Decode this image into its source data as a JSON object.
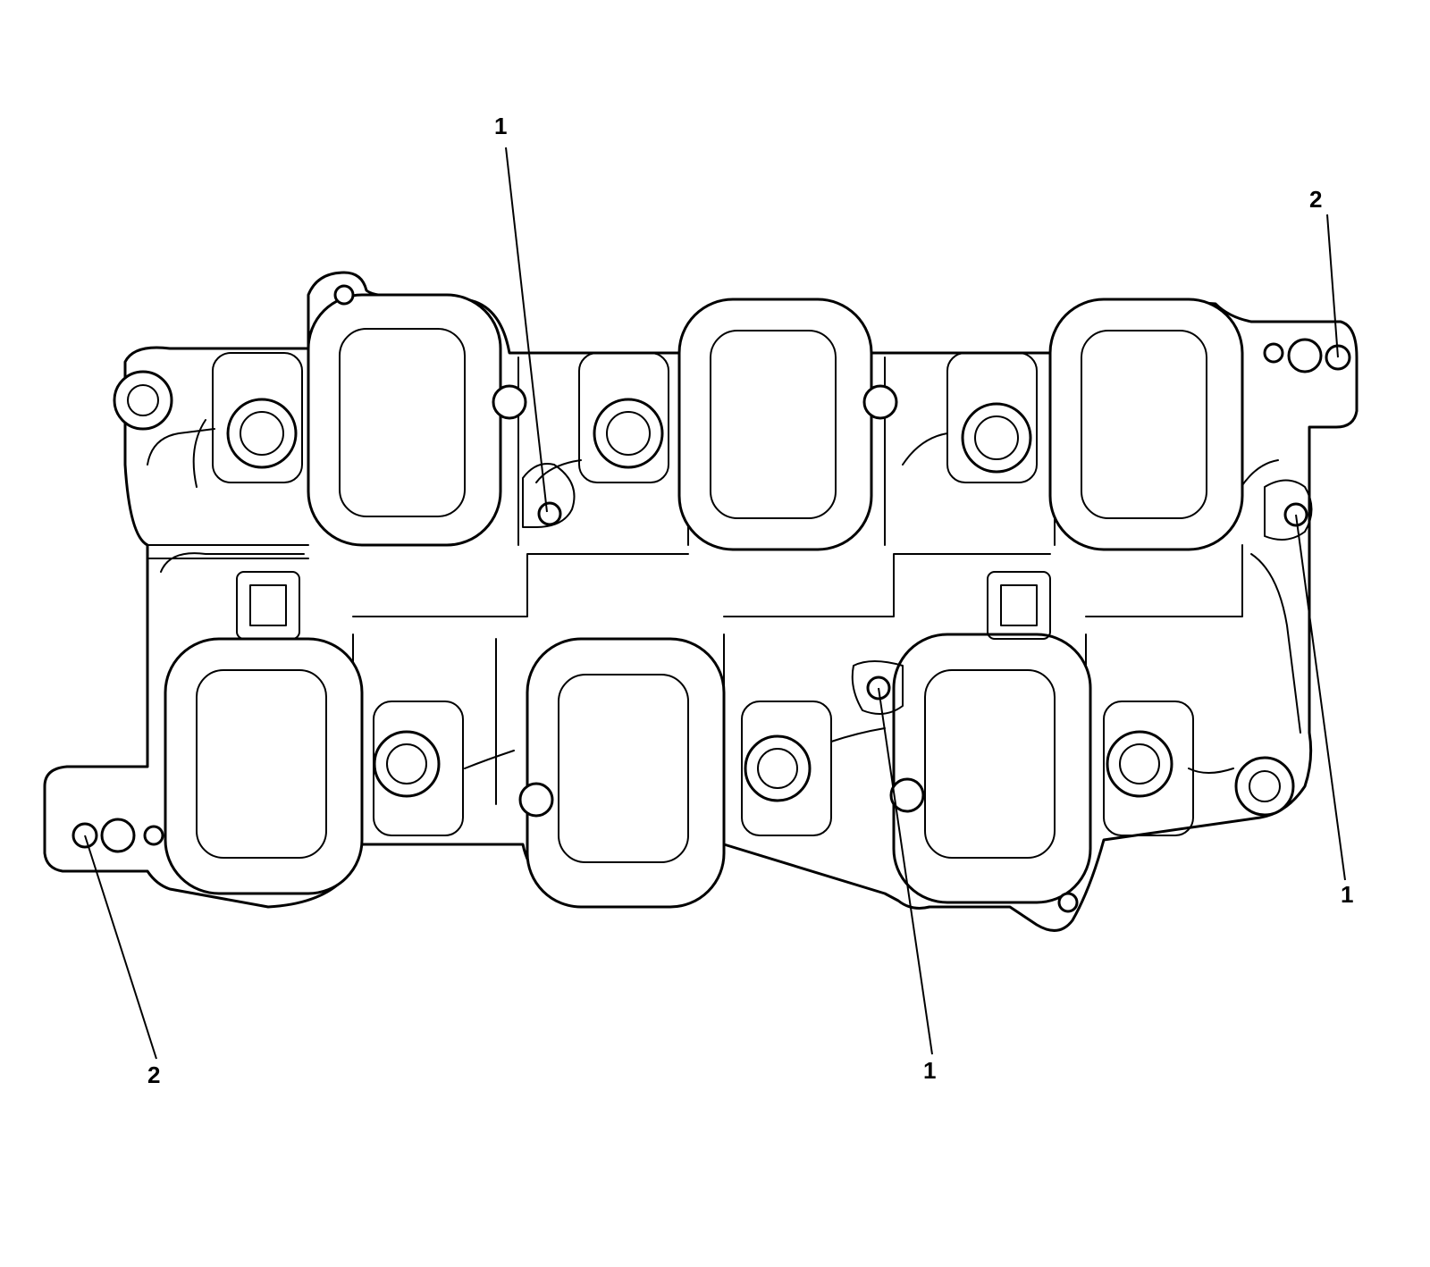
{
  "callouts": [
    {
      "id": "c1",
      "label": "1"
    },
    {
      "id": "c2",
      "label": "2"
    },
    {
      "id": "c3",
      "label": "1"
    },
    {
      "id": "c4",
      "label": "1"
    },
    {
      "id": "c5",
      "label": "2"
    }
  ]
}
